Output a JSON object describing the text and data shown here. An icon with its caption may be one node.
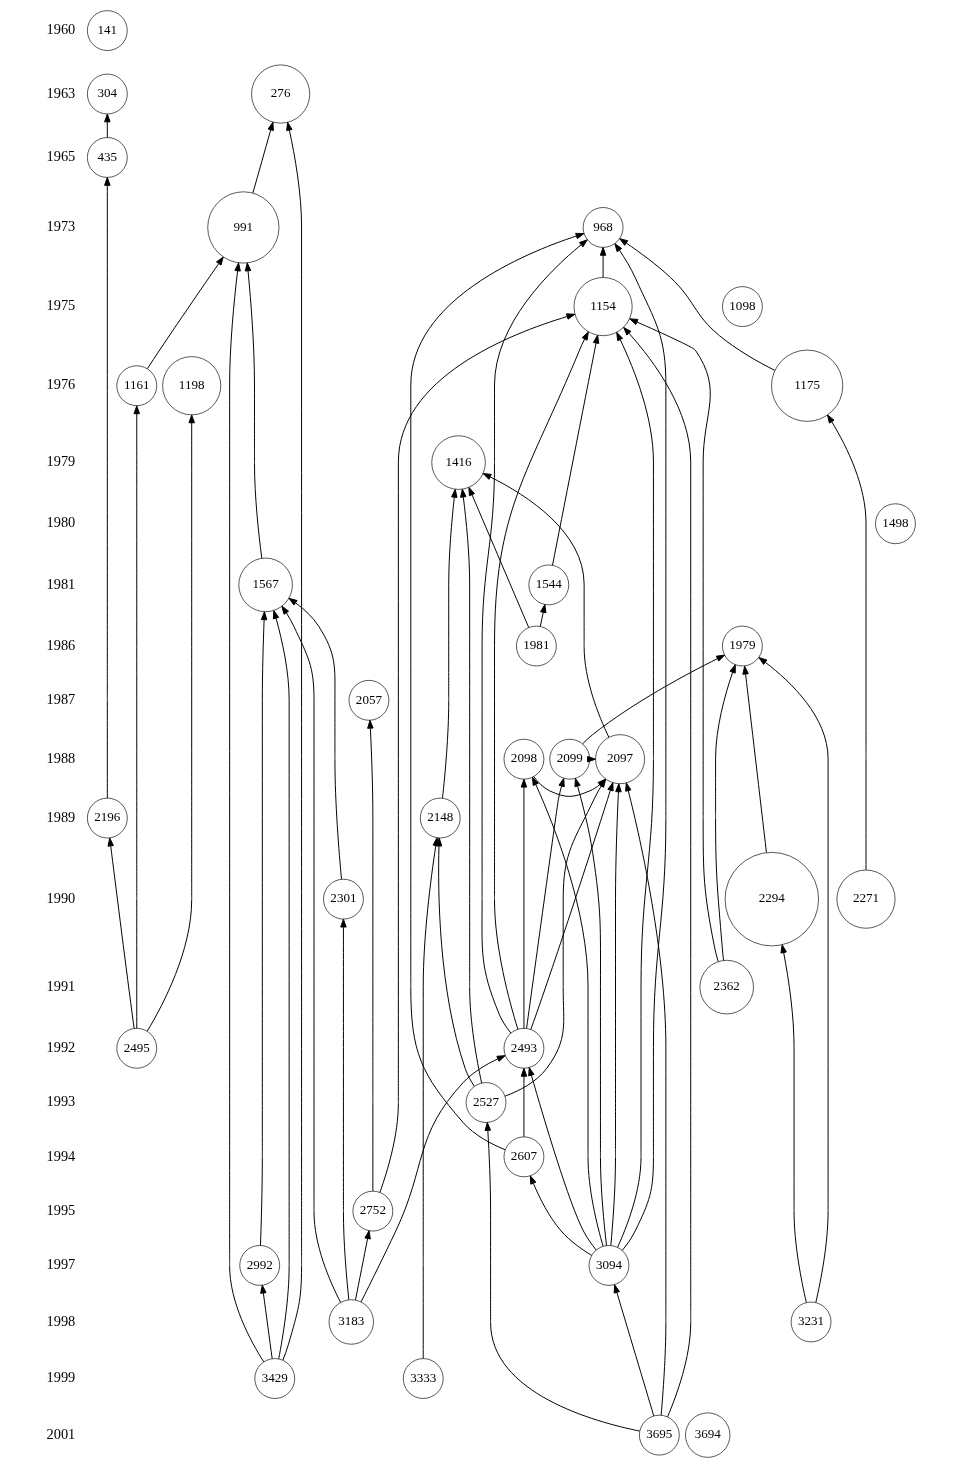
{
  "diagram": {
    "nodes": [
      {
        "text": [
          "141"
        ]
      },
      {
        "text": [
          "304"
        ]
      },
      {
        "text": [
          "276"
        ]
      },
      {
        "text": [
          "435"
        ]
      },
      {
        "text": [
          "991"
        ]
      },
      {
        "text": [
          "968"
        ]
      },
      {
        "text": [
          "1154"
        ]
      },
      {
        "text": [
          "1098"
        ]
      },
      {
        "text": [
          "1198"
        ]
      },
      {
        "text": [
          "1161"
        ]
      },
      {
        "text": [
          "1175"
        ]
      },
      {
        "text": [
          "1416"
        ]
      },
      {
        "text": [
          "1498"
        ]
      },
      {
        "text": [
          "1567"
        ]
      },
      {
        "text": [
          "1544"
        ]
      },
      {
        "text": [
          "1981"
        ]
      },
      {
        "text": [
          "1979"
        ]
      },
      {
        "text": [
          "2057"
        ]
      },
      {
        "text": [
          "2097"
        ]
      },
      {
        "text": [
          "2098"
        ]
      },
      {
        "text": [
          "2099"
        ]
      },
      {
        "text": [
          "2196"
        ]
      },
      {
        "text": [
          "2148"
        ]
      },
      {
        "text": [
          "2301"
        ]
      },
      {
        "text": [
          "2294"
        ]
      },
      {
        "text": [
          "2271"
        ]
      },
      {
        "text": [
          "2362"
        ]
      },
      {
        "text": [
          "2495"
        ]
      },
      {
        "text": [
          "2493"
        ]
      },
      {
        "text": [
          "2527"
        ]
      },
      {
        "text": [
          "2607"
        ]
      },
      {
        "text": [
          "2752"
        ]
      },
      {
        "text": [
          "2992"
        ]
      },
      {
        "text": [
          "3094"
        ]
      },
      {
        "text": [
          "3183"
        ]
      },
      {
        "text": [
          "3231"
        ]
      },
      {
        "text": [
          "3429"
        ]
      },
      {
        "text": [
          "3333"
        ]
      },
      {
        "text": [
          "3695"
        ]
      },
      {
        "text": [
          "3694"
        ]
      }
    ],
    "edges": [
      {
        "from": 3,
        "to": 1,
        "arrow": "to"
      },
      {
        "from": 4,
        "to": 2,
        "arrow": "to"
      },
      {
        "from": 6,
        "to": 5,
        "arrow": "to"
      },
      {
        "from": 9,
        "to": 4,
        "arrow": "to"
      },
      {
        "from": 13,
        "to": 4,
        "arrow": "to"
      },
      {
        "from": 10,
        "to": 5,
        "arrow": "to"
      },
      {
        "from": 14,
        "to": 6,
        "arrow": "to"
      },
      {
        "from": 15,
        "to": 14,
        "arrow": "to"
      },
      {
        "from": 15,
        "to": 11,
        "arrow": "to"
      },
      {
        "from": 18,
        "to": 11,
        "arrow": "to"
      },
      {
        "from": 19,
        "to": 18,
        "arrow": "to"
      },
      {
        "from": 20,
        "to": 18,
        "arrow": "to"
      },
      {
        "from": 20,
        "to": 16,
        "arrow": "to"
      },
      {
        "from": 21,
        "to": 3,
        "arrow": "to"
      },
      {
        "from": 22,
        "to": 11,
        "arrow": "to"
      },
      {
        "from": 23,
        "to": 13,
        "arrow": "to"
      },
      {
        "from": 24,
        "to": 16,
        "arrow": "to"
      },
      {
        "from": 25,
        "to": 10,
        "arrow": "to"
      },
      {
        "from": 26,
        "to": 6,
        "arrow": "to"
      },
      {
        "from": 26,
        "to": 16,
        "arrow": "to"
      },
      {
        "from": 27,
        "to": 21,
        "arrow": "to"
      },
      {
        "from": 27,
        "to": 8,
        "arrow": "to"
      },
      {
        "from": 27,
        "to": 9,
        "arrow": "to"
      },
      {
        "from": 28,
        "to": 5,
        "arrow": "to"
      },
      {
        "from": 28,
        "to": 6,
        "arrow": "to"
      },
      {
        "from": 28,
        "to": 18,
        "arrow": "to"
      },
      {
        "from": 28,
        "to": 19,
        "arrow": "to"
      },
      {
        "from": 28,
        "to": 20,
        "arrow": "to"
      },
      {
        "from": 29,
        "to": 11,
        "arrow": "to"
      },
      {
        "from": 29,
        "to": 22,
        "arrow": "to"
      },
      {
        "from": 29,
        "to": 18,
        "arrow": "to"
      },
      {
        "from": 30,
        "to": 5,
        "arrow": "to"
      },
      {
        "from": 30,
        "to": 28,
        "arrow": "to"
      },
      {
        "from": 31,
        "to": 17,
        "arrow": "to"
      },
      {
        "from": 31,
        "to": 6,
        "arrow": "to"
      },
      {
        "from": 32,
        "to": 13,
        "arrow": "to"
      },
      {
        "from": 33,
        "to": 18,
        "arrow": "to"
      },
      {
        "from": 33,
        "to": 5,
        "arrow": "to"
      },
      {
        "from": 33,
        "to": 30,
        "arrow": "to"
      },
      {
        "from": 33,
        "to": 28,
        "arrow": "to"
      },
      {
        "from": 33,
        "to": 19,
        "arrow": "to"
      },
      {
        "from": 33,
        "to": 6,
        "arrow": "to"
      },
      {
        "from": 33,
        "to": 20,
        "arrow": "to"
      },
      {
        "from": 34,
        "to": 23,
        "arrow": "to"
      },
      {
        "from": 34,
        "to": 13,
        "arrow": "to"
      },
      {
        "from": 34,
        "to": 31,
        "arrow": "to"
      },
      {
        "from": 34,
        "to": 28,
        "arrow": "to"
      },
      {
        "from": 35,
        "to": 24,
        "arrow": "to"
      },
      {
        "from": 35,
        "to": 16,
        "arrow": "to"
      },
      {
        "from": 36,
        "to": 2,
        "arrow": "to"
      },
      {
        "from": 36,
        "to": 32,
        "arrow": "to"
      },
      {
        "from": 36,
        "to": 13,
        "arrow": "to"
      },
      {
        "from": 36,
        "to": 4,
        "arrow": "to"
      },
      {
        "from": 37,
        "to": 22,
        "arrow": "to"
      },
      {
        "from": 38,
        "to": 29,
        "arrow": "to"
      },
      {
        "from": 38,
        "to": 18,
        "arrow": "to"
      },
      {
        "from": 38,
        "to": 33,
        "arrow": "to"
      },
      {
        "from": 38,
        "to": 6,
        "arrow": "to"
      }
    ],
    "labels": [
      "1960",
      "1963",
      "1965",
      "1973",
      "1975",
      "1976",
      "1979",
      "1980",
      "1981",
      "1986",
      "1987",
      "1988",
      "1989",
      "1990",
      "1991",
      "1992",
      "1993",
      "1994",
      "1995",
      "1997",
      "1998",
      "1999",
      "2001"
    ]
  }
}
